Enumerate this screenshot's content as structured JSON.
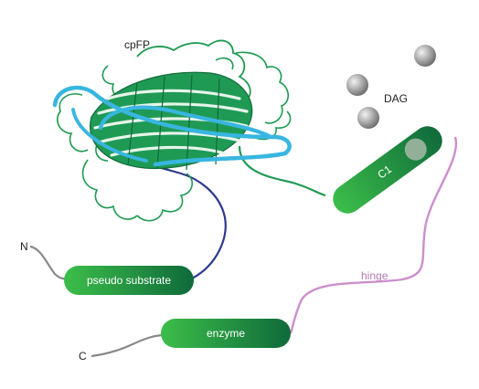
{
  "labels": {
    "cpfp": "cpFP",
    "dag": "DAG",
    "c1": "C1",
    "n_terminus": "N",
    "c_terminus": "C",
    "hinge": "hinge",
    "pseudo_substrate": "pseudo substrate",
    "enzyme": "enzyme"
  },
  "colors": {
    "protein_green": "#1e9a52",
    "protein_cyan": "#38b6e0",
    "linker_navy": "#2d3a8c",
    "linker_gray": "#888888",
    "hinge_pink": "#cc8fcc",
    "sphere_gray": "#a0a0a0",
    "label_text": "#222222",
    "hinge_text": "#b07ab0"
  }
}
